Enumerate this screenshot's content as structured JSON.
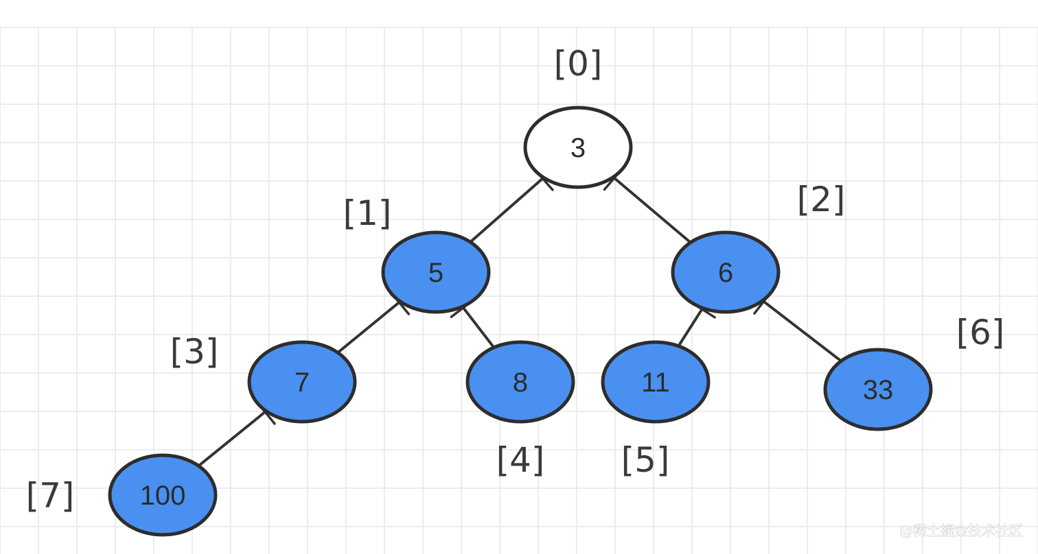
{
  "diagram": {
    "nodes": [
      {
        "index_label": "[0]",
        "value": "3",
        "highlighted": false
      },
      {
        "index_label": "[1]",
        "value": "5",
        "highlighted": true
      },
      {
        "index_label": "[2]",
        "value": "6",
        "highlighted": true
      },
      {
        "index_label": "[3]",
        "value": "7",
        "highlighted": true
      },
      {
        "index_label": "[4]",
        "value": "8",
        "highlighted": true
      },
      {
        "index_label": "[5]",
        "value": "11",
        "highlighted": true
      },
      {
        "index_label": "[6]",
        "value": "33",
        "highlighted": true
      },
      {
        "index_label": "[7]",
        "value": "100",
        "highlighted": true
      }
    ],
    "edges": [
      {
        "from": 0,
        "to": 1
      },
      {
        "from": 0,
        "to": 2
      },
      {
        "from": 1,
        "to": 3
      },
      {
        "from": 1,
        "to": 4
      },
      {
        "from": 2,
        "to": 5
      },
      {
        "from": 2,
        "to": 6
      },
      {
        "from": 3,
        "to": 7
      }
    ]
  },
  "watermark": "@稀土掘金技术社区",
  "colors": {
    "highlight_fill": "#4a90f0",
    "plain_fill": "#ffffff",
    "outline": "#2d2d2d",
    "edge": "#333333",
    "grid": "#ececec"
  }
}
